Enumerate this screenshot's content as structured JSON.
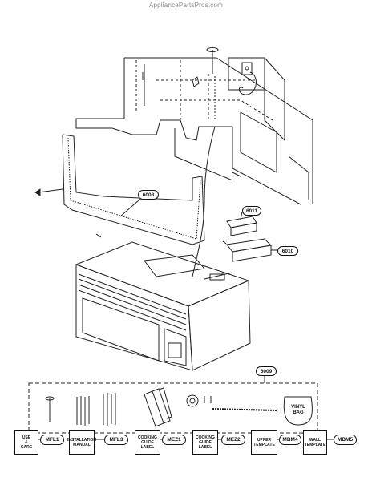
{
  "watermark": "AppliancePartsPros.com",
  "callouts": {
    "frame": "6008",
    "cover_top": "6011",
    "cover_bottom": "6010",
    "kit": "6009"
  },
  "kit_bag": {
    "line1": "VINYL",
    "line2": "BAG"
  },
  "documents": [
    {
      "line1": "USE",
      "line2": "&",
      "line3": "CARE",
      "code": "MFL1"
    },
    {
      "line1": "INSTALLATION",
      "line2": "MANUAL",
      "line3": "",
      "code": "MFL3"
    },
    {
      "line1": "COOKING",
      "line2": "GUIDE",
      "line3": "LABEL",
      "code": "MEZ1"
    },
    {
      "line1": "COOKING",
      "line2": "GUIDE",
      "line3": "LABEL",
      "code": "MEZ2"
    },
    {
      "line1": "UPPER",
      "line2": "TEMPLATE",
      "line3": "",
      "code": "MBM4"
    },
    {
      "line1": "WALL",
      "line2": "TEMPLATE",
      "line3": "",
      "code": "MBM5"
    }
  ]
}
